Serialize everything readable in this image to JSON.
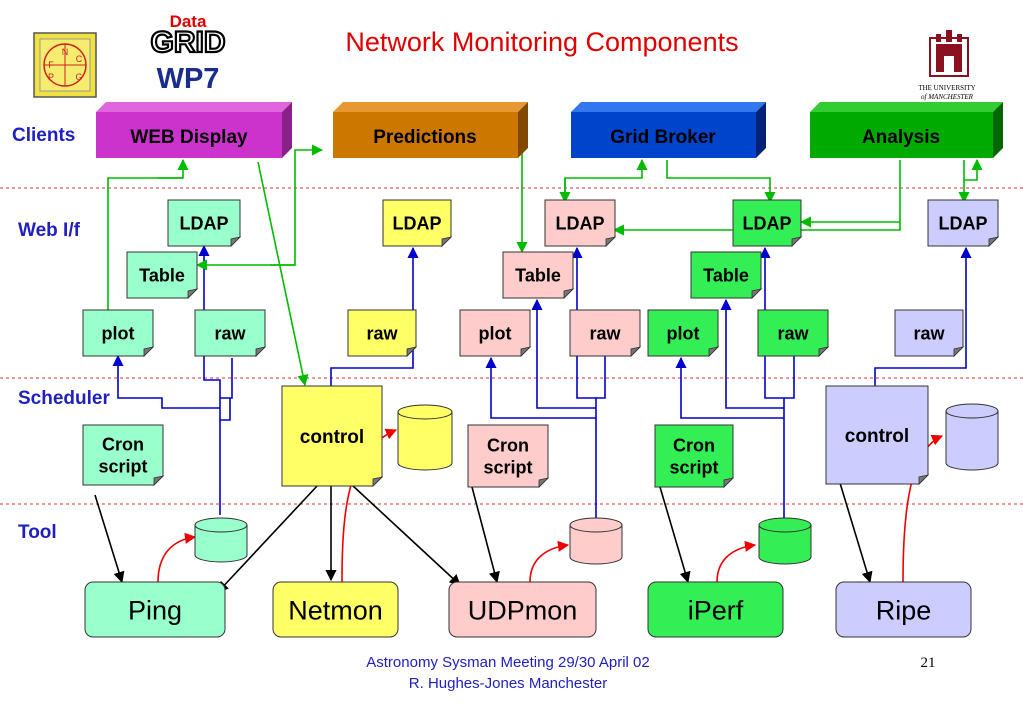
{
  "title": "Network Monitoring Components",
  "logos": {
    "datagrid_top": "Data",
    "datagrid_main": "GRID",
    "datagrid_wp": "WP7",
    "pp_letters": [
      "N",
      "F",
      "C",
      "P",
      "G"
    ],
    "uni_line1": "THE UNIVERSITY",
    "uni_line2": "of MANCHESTER"
  },
  "layers": {
    "clients": "Clients",
    "web_if": "Web I/f",
    "scheduler": "Scheduler",
    "tool": "Tool"
  },
  "clients": {
    "web_display": "WEB Display",
    "predictions": "Predictions",
    "grid_broker": "Grid Broker",
    "analysis": "Analysis"
  },
  "nodes": {
    "ldap": "LDAP",
    "table": "Table",
    "plot": "plot",
    "raw": "raw",
    "control": "control",
    "cron_line1": "Cron",
    "cron_line2": "script"
  },
  "tools": {
    "ping": "Ping",
    "netmon": "Netmon",
    "udpmon": "UDPmon",
    "iperf": "iPerf",
    "ripe": "Ripe"
  },
  "footer": {
    "line1": "Astronomy Sysman Meeting  29/30 April 02",
    "line2": "R. Hughes-Jones  Manchester",
    "page": "21"
  },
  "colors": {
    "title": "#e00000",
    "layer_label": "#2020c0",
    "ping_group": "#99ffcc",
    "netmon_group": "#ffff66",
    "udpmon_group": "#ffcccc",
    "iperf_group": "#33ee55",
    "ripe_group": "#ccccff",
    "web_display": "#cc33cc",
    "predictions": "#cc7700",
    "grid_broker": "#0044cc",
    "analysis": "#00aa00",
    "arrow_blue": "#0000cc",
    "arrow_green": "#00bb00",
    "arrow_red": "#ee0000"
  }
}
